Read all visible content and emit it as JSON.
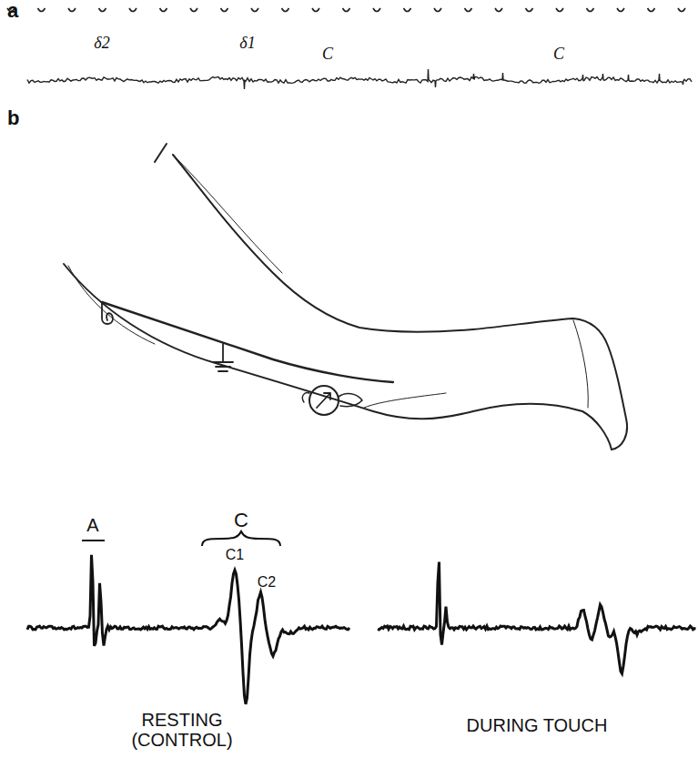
{
  "diagram": {
    "labels": [
      "a",
      "δ2",
      "δ1",
      "C",
      "C",
      "b",
      "A",
      "C",
      "C1",
      "C2",
      "RESTING (CONTROL)",
      "DURING TOUCH"
    ]
  }
}
